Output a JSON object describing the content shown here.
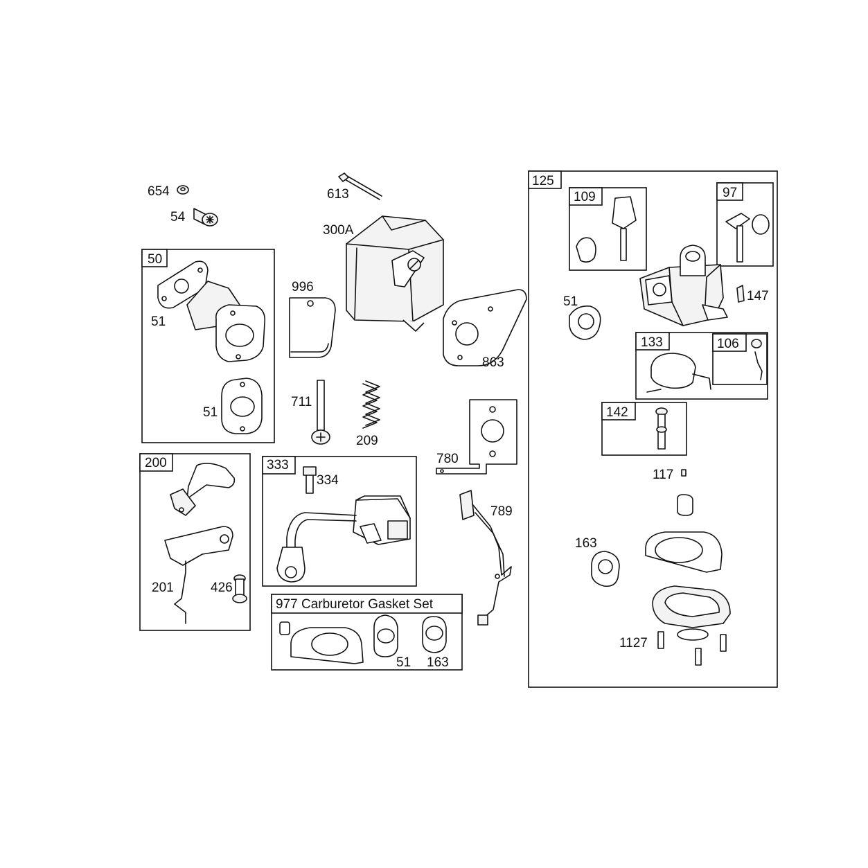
{
  "labels": {
    "l654": "654",
    "l54": "54",
    "l613": "613",
    "l300a": "300A",
    "l50": "50",
    "l51_a": "51",
    "l51_b": "51",
    "l996": "996",
    "l863": "863",
    "l711": "711",
    "l209": "209",
    "l780": "780",
    "l200": "200",
    "l201": "201",
    "l426": "426",
    "l333": "333",
    "l334": "334",
    "l789": "789",
    "l977": "977 Carburetor Gasket Set",
    "l51_c": "51",
    "l163_a": "163",
    "l125": "125",
    "l109": "109",
    "l97": "97",
    "l51_d": "51",
    "l147": "147",
    "l133": "133",
    "l106": "106",
    "l142": "142",
    "l117": "117",
    "l163_b": "163",
    "l1127": "1127"
  }
}
